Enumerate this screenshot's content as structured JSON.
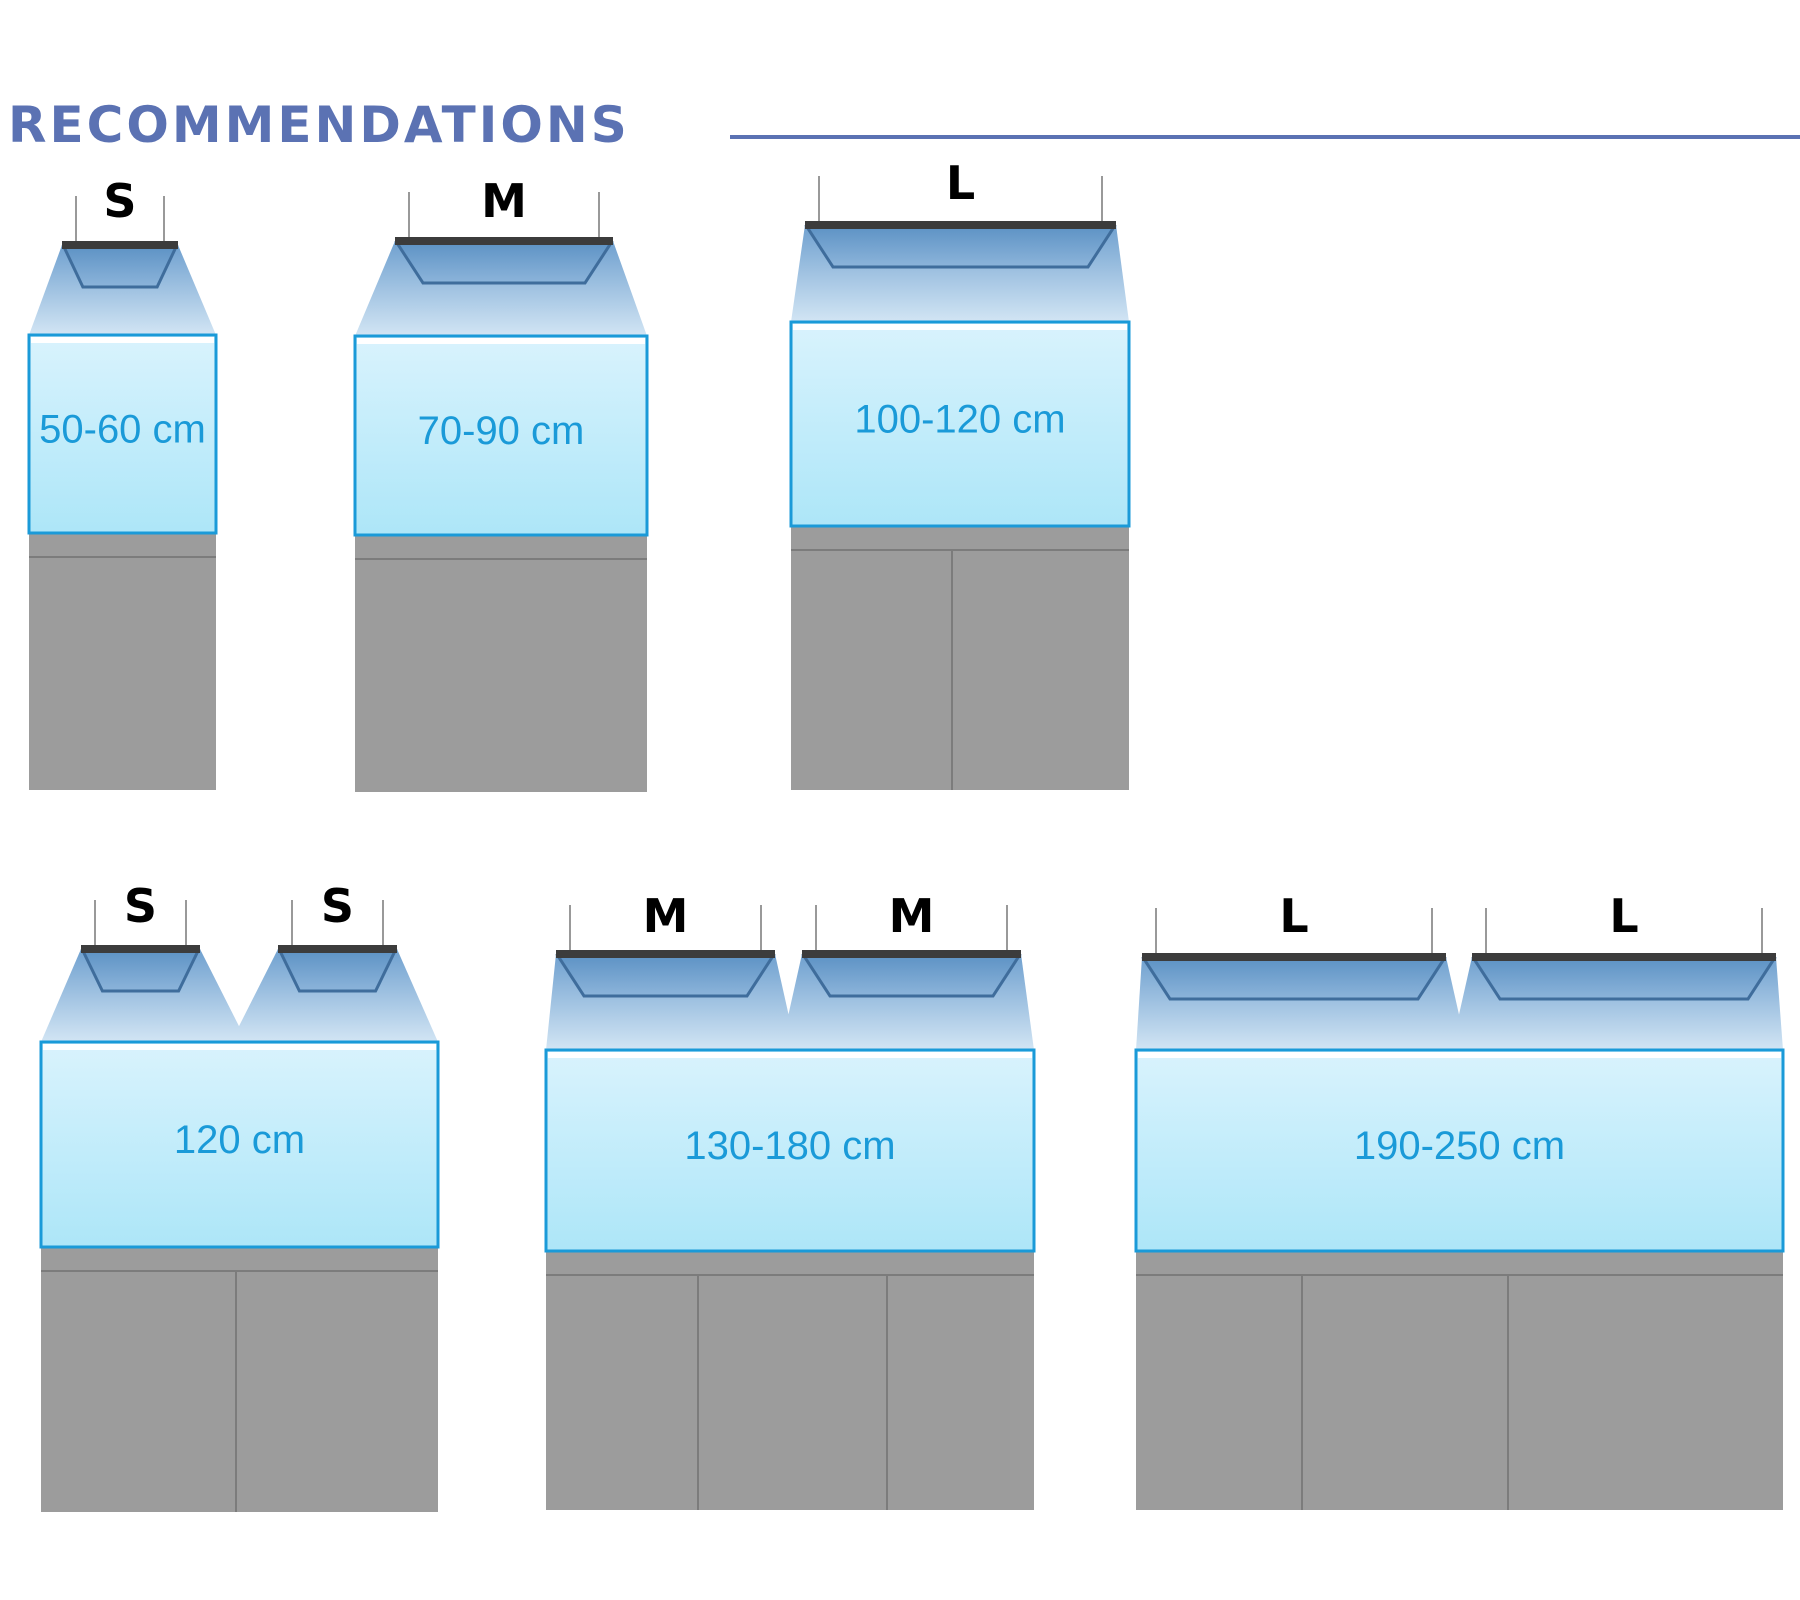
{
  "header": {
    "title": "RECOMMENDATIONS"
  },
  "colors": {
    "accent": "#5b72b3",
    "lamp_bar": "#3c3c3c",
    "lamp_trapezoid": "#6a9cc8",
    "light_beam": "#8fb4da",
    "tank_water": "#c7ecfb",
    "tank_border": "#1a9ad8",
    "dimension_text": "#1a9ad8",
    "cabinet": "#9c9c9c",
    "cabinet_line": "#7c7c7c",
    "size_label_text": "#000000"
  },
  "setups": [
    {
      "lamps": [
        "S"
      ],
      "tank_length": "50-60 cm"
    },
    {
      "lamps": [
        "M"
      ],
      "tank_length": "70-90 cm"
    },
    {
      "lamps": [
        "L"
      ],
      "tank_length": "100-120 cm"
    },
    {
      "lamps": [
        "S",
        "S"
      ],
      "tank_length": "120 cm"
    },
    {
      "lamps": [
        "M",
        "M"
      ],
      "tank_length": "130-180 cm"
    },
    {
      "lamps": [
        "L",
        "L"
      ],
      "tank_length": "190-250 cm"
    }
  ]
}
